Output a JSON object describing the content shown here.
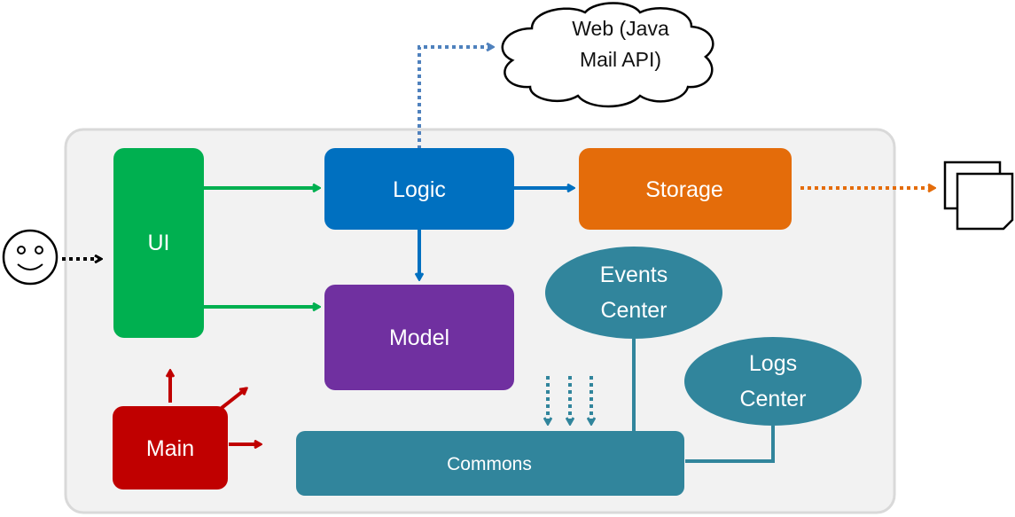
{
  "diagram": {
    "components": {
      "ui": "UI",
      "logic": "Logic",
      "storage": "Storage",
      "model": "Model",
      "main": "Main",
      "commons": "Commons",
      "events_center": [
        "Events",
        "Center"
      ],
      "logs_center": [
        "Logs",
        "Center"
      ],
      "web": [
        "Web (Java",
        "Mail API)"
      ]
    },
    "colors": {
      "container": "#f2f2f2",
      "ui": "#00b050",
      "logic": "#0070c0",
      "storage": "#e46c0a",
      "model": "#7030a0",
      "main": "#c00000",
      "commons": "#31859c",
      "web_arrow": "#4f81bd",
      "main_arrows": "#c00000"
    },
    "icons": [
      "user-smiley-icon",
      "storage-files-icon",
      "web-cloud-icon"
    ]
  }
}
